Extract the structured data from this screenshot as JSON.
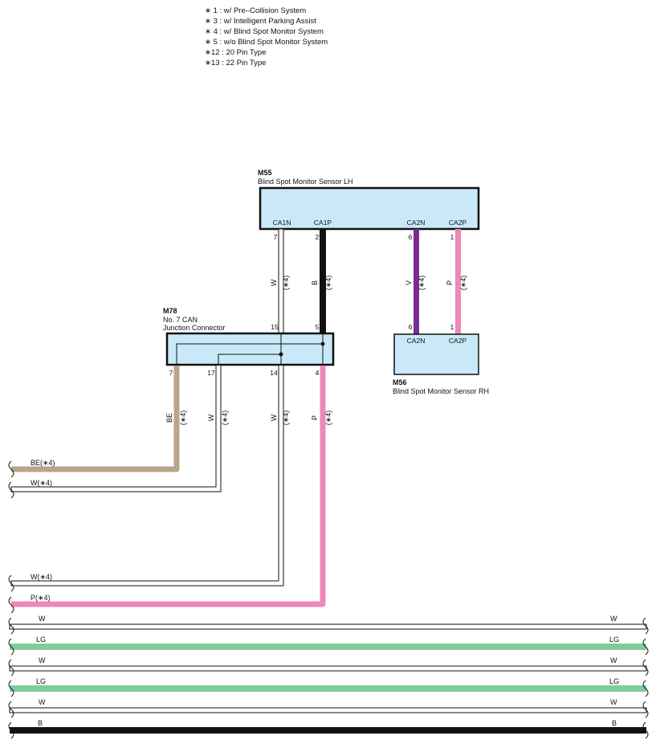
{
  "notes": [
    "∗ 1 : w/ Pre–Collision System",
    "∗ 3 : w/ Intelligent Parking Assist",
    "∗ 4 : w/ Blind Spot Monitor System",
    "∗ 5 : w/o Blind Spot Monitor System",
    "∗12 : 20 Pin Type",
    "∗13 : 22 Pin Type"
  ],
  "colors": {
    "connector_fill": "#c9e9f8",
    "wire_B": "#111111",
    "wire_V": "#7a2d8f",
    "wire_P": "#ee88bb",
    "wire_BE": "#b9a58c",
    "wire_LG": "#80cc99",
    "wire_W": "#ffffff"
  },
  "connectors": {
    "m55": {
      "code": "M55",
      "name": "Blind Spot Monitor Sensor LH",
      "terminals": [
        "CA1N",
        "CA1P",
        "CA2N",
        "CA2P"
      ],
      "pins": [
        "7",
        "2",
        "6",
        "1"
      ]
    },
    "m56": {
      "code": "M56",
      "name": "Blind Spot Monitor Sensor RH",
      "terminals": [
        "CA2N",
        "CA2P"
      ],
      "pins": [
        "6",
        "1"
      ]
    },
    "m78": {
      "code": "M78",
      "name_line1": "No.  7 CAN",
      "name_line2": "Junction Connector",
      "top_pins": [
        "15",
        "5"
      ],
      "bottom_pins": [
        "7",
        "17",
        "14",
        "4"
      ]
    }
  },
  "wire_labels": {
    "m55_m78_ca1n": {
      "color": "W",
      "note": "(∗4)"
    },
    "m55_m78_ca1p": {
      "color": "B",
      "note": "(∗4)"
    },
    "m55_m56_ca2n": {
      "color": "V",
      "note": "(∗4)"
    },
    "m55_m56_ca2p": {
      "color": "P",
      "note": "(∗4)"
    },
    "m78_pin7": {
      "color": "BE",
      "note": "(∗4)"
    },
    "m78_pin17": {
      "color": "W",
      "note": "(∗4)"
    },
    "m78_pin14": {
      "color": "W",
      "note": "(∗4)"
    },
    "m78_pin4": {
      "color": "P",
      "note": "(∗4)"
    }
  },
  "left_wires": [
    "BE(∗4)",
    "W(∗4)",
    "W(∗4)",
    "P(∗4)"
  ],
  "bus_wires": [
    {
      "left": "W",
      "right": "W"
    },
    {
      "left": "LG",
      "right": "LG"
    },
    {
      "left": "W",
      "right": "W"
    },
    {
      "left": "LG",
      "right": "LG"
    },
    {
      "left": "W",
      "right": "W"
    },
    {
      "left": "B",
      "right": "B"
    }
  ]
}
